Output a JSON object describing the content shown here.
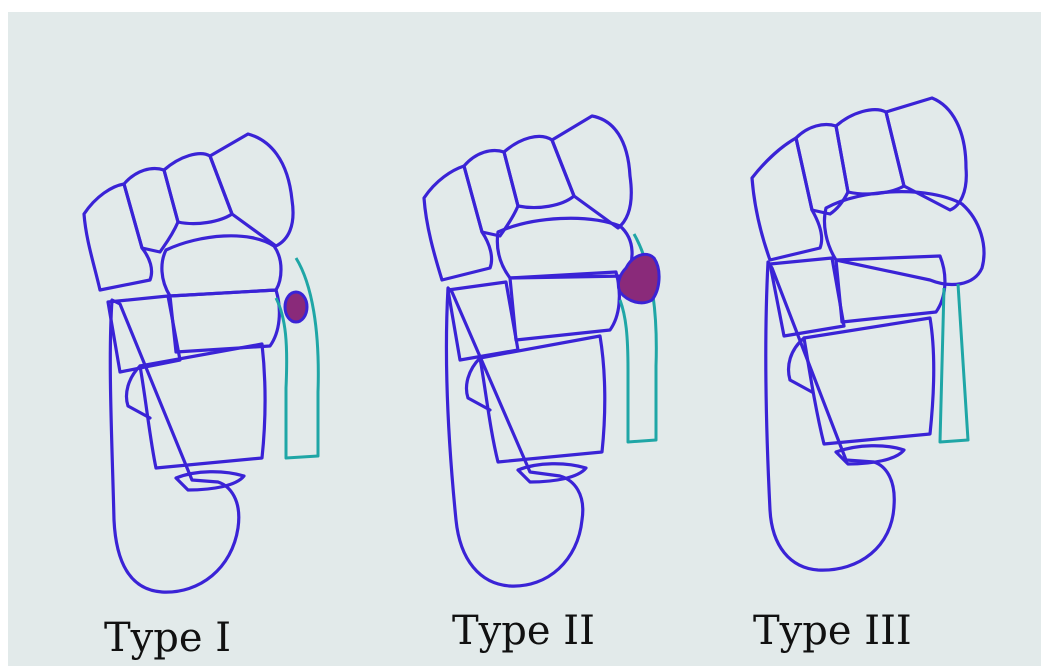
{
  "labels": {
    "type_1": "Type I",
    "type_2": "Type II",
    "type_3": "Type III"
  },
  "colors": {
    "background": "#e2eaea",
    "bone_outline": "#3a23d6",
    "tendon_outline": "#1fa6a6",
    "ossicle_fill": "#8a2a7a",
    "label_text": "#111111"
  }
}
